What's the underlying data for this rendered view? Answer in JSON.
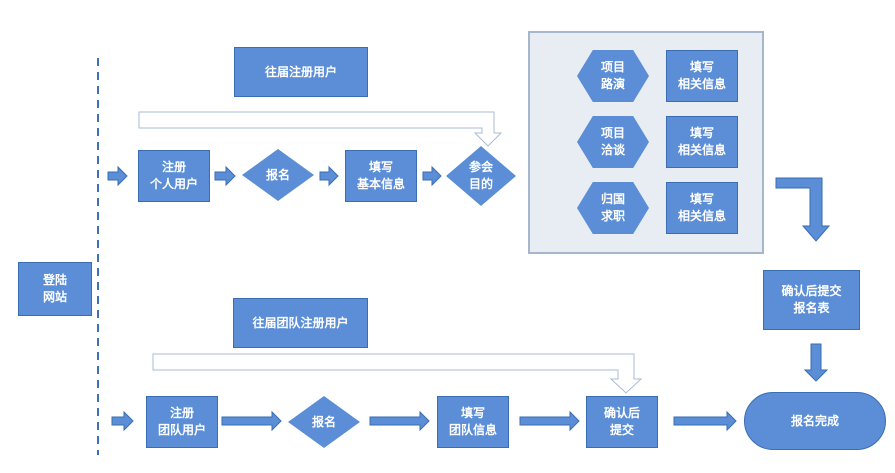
{
  "colors": {
    "node": "#5b8ed6",
    "node_border": "#3a6db3",
    "arrow": "#5b8ed6",
    "arrow_outline": "#a9bcd6",
    "panel_bg": "#e8edf4",
    "dashed": "#3f6fb5"
  },
  "nodes": {
    "login": "登陆\n网站",
    "returning_user": "往届注册用户",
    "register_personal": "注册\n个人用户",
    "signup_personal": "报名",
    "fill_basic": "填写\n基本信息",
    "purpose": "参会\n目的",
    "project_roadshow": "项目\n路演",
    "fill_roadshow": "填写\n相关信息",
    "project_talk": "项目\n洽谈",
    "fill_talk": "填写\n相关信息",
    "job_return": "归国\n求职",
    "fill_job": "填写\n相关信息",
    "confirm_submit_form": "确认后提交\n报名表",
    "returning_team_user": "往届团队注册用户",
    "register_team": "注册\n团队用户",
    "signup_team": "报名",
    "fill_team": "填写\n团队信息",
    "confirm_submit": "确认后\n提交",
    "signup_done": "报名完成"
  }
}
